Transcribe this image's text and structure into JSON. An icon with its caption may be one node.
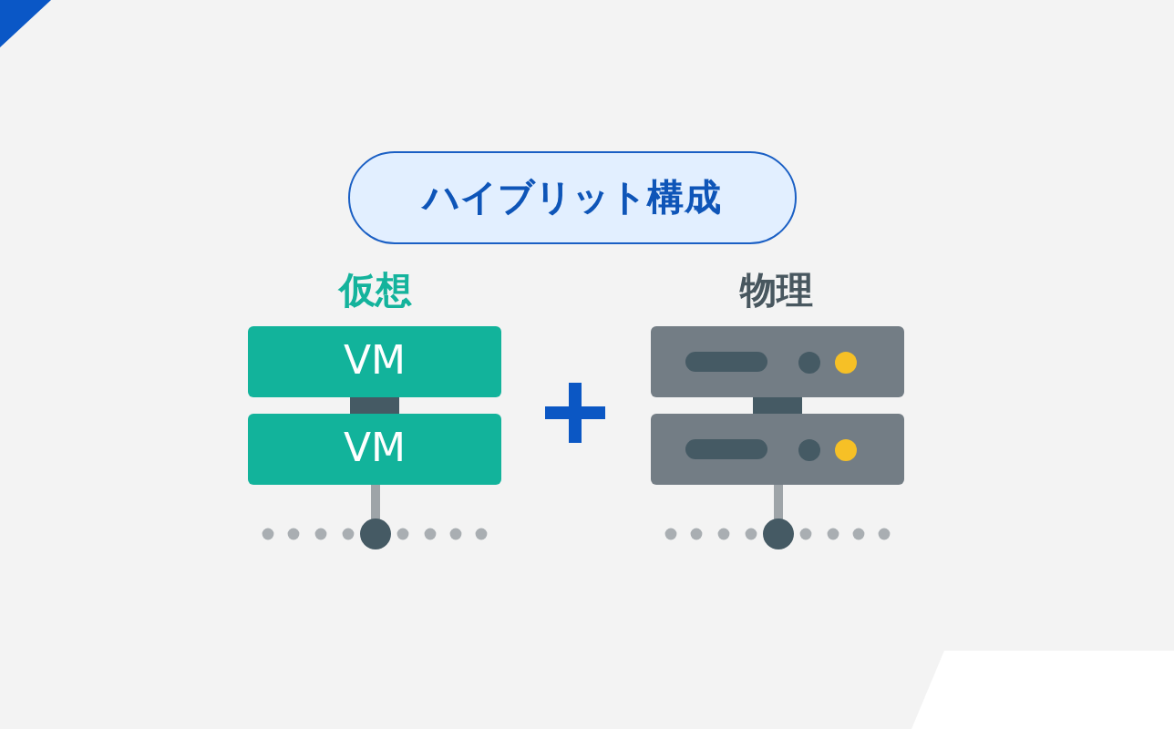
{
  "diagram": {
    "nodes": [
      {
        "text": [
          "ハイブリット構成"
        ]
      },
      {
        "text": [
          "VM"
        ]
      },
      {
        "text": [
          "VM"
        ]
      },
      {
        "text": [],
        "shape": "box"
      },
      {
        "text": [],
        "shape": "box"
      }
    ],
    "edges": [
      {
        "from": 1,
        "to": 2,
        "arrow": "none"
      },
      {
        "from": 3,
        "to": 4,
        "arrow": "none"
      }
    ],
    "labels": [
      "仮想",
      "物理"
    ]
  }
}
